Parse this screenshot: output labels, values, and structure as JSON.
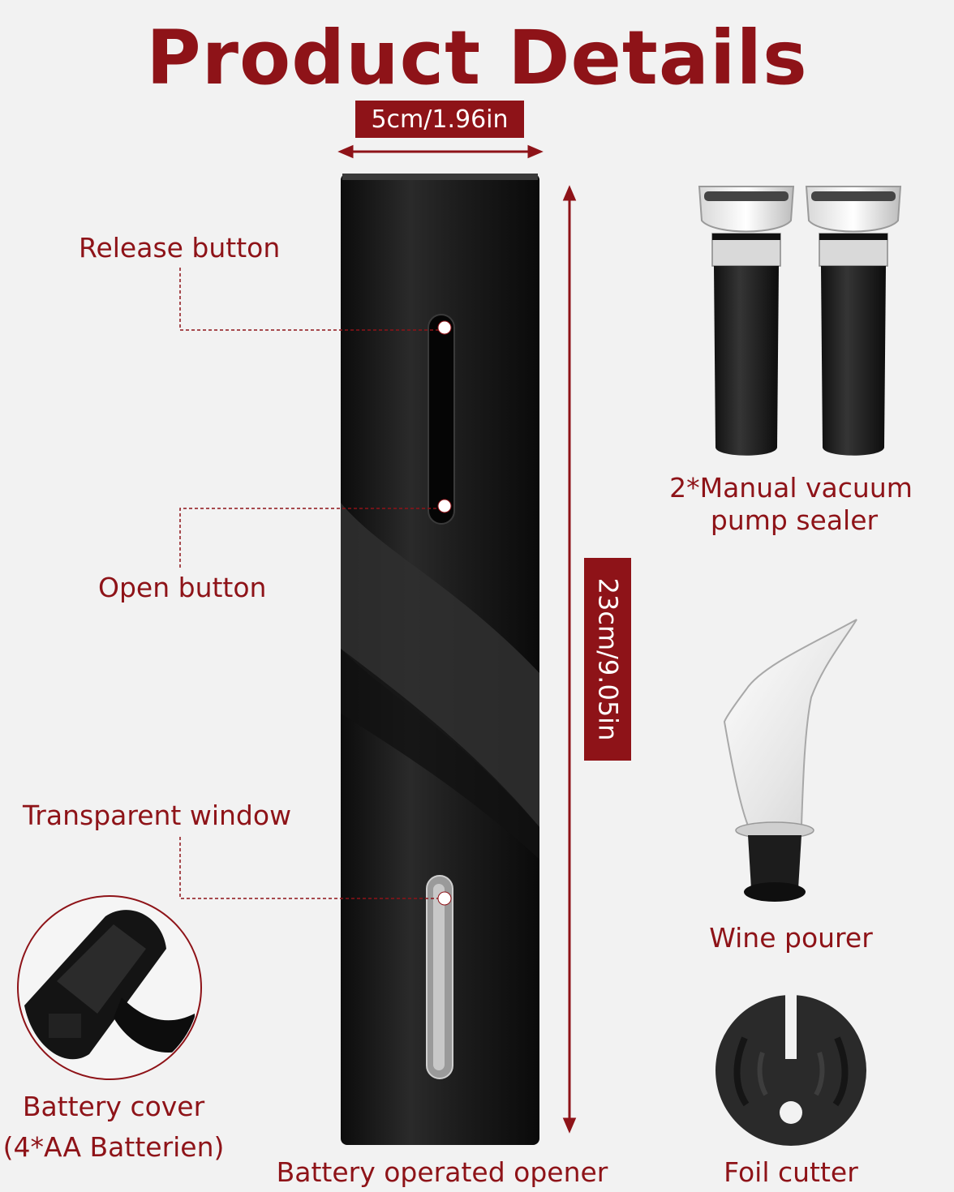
{
  "title": "Product Details",
  "dimensions": {
    "width": "5cm/1.96in",
    "height": "23cm/9.05in"
  },
  "labels": {
    "release_button": "Release button",
    "open_button": "Open button",
    "transparent_window": "Transparent window",
    "battery_cover_line1": "Battery cover",
    "battery_cover_line2": "(4*AA Batterien)",
    "opener": "Battery operated opener",
    "vacuum_line1": "2*Manual vacuum",
    "vacuum_line2": "pump sealer",
    "wine_pourer": "Wine pourer",
    "foil_cutter": "Foil cutter"
  },
  "colors": {
    "accent": "#8e1318",
    "background": "#f2f2f2",
    "product": "#1a1a1a"
  }
}
